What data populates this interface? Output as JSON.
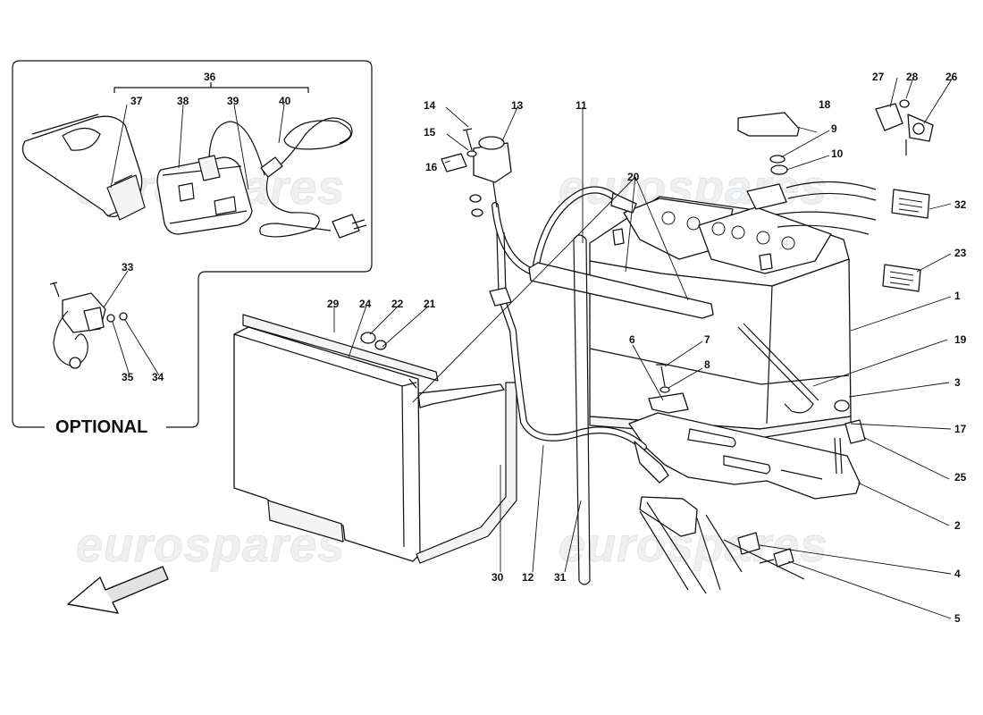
{
  "watermarks": [
    "eurospares",
    "eurospares",
    "eurospares",
    "eurospares"
  ],
  "optional_box": {
    "title": "OPTIONAL"
  },
  "callouts": [
    "1",
    "2",
    "3",
    "4",
    "5",
    "6",
    "7",
    "8",
    "9",
    "10",
    "11",
    "12",
    "13",
    "14",
    "15",
    "16",
    "17",
    "18",
    "19",
    "20",
    "21",
    "22",
    "23",
    "24",
    "25",
    "26",
    "27",
    "28",
    "29",
    "30",
    "31",
    "32",
    "33",
    "34",
    "35",
    "36",
    "37",
    "38",
    "39",
    "40"
  ],
  "colors": {
    "line": "#111111",
    "background": "#ffffff",
    "watermark": "#e2e5e8"
  },
  "icons": {
    "direction": "arrow-down-left-icon"
  }
}
